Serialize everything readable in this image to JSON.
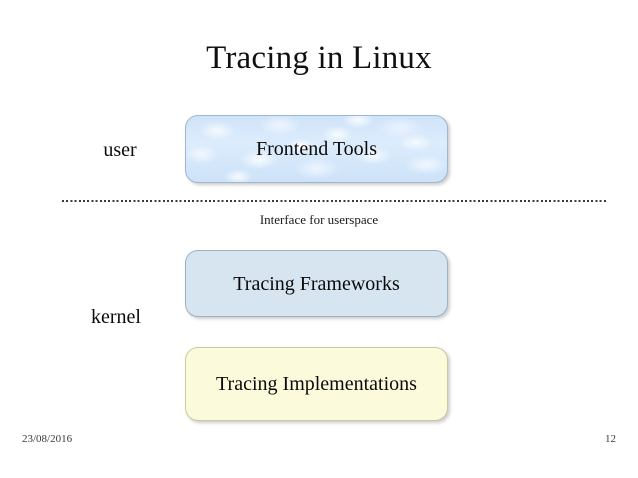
{
  "slide": {
    "title": "Tracing in Linux",
    "page_number": "12",
    "date": "23/08/2016",
    "background_color": "#ffffff"
  },
  "diagram": {
    "type": "layered-stack",
    "side_labels": [
      {
        "id": "user",
        "text": "user"
      },
      {
        "id": "kernel",
        "text": "kernel"
      }
    ],
    "boxes": [
      {
        "id": "frontend-tools",
        "text": "Frontend Tools",
        "layer": "user",
        "fill": "#d2e6fa",
        "fill_style": "cloud-texture",
        "border_color": "#9fb8cd"
      },
      {
        "id": "tracing-frameworks",
        "text": "Tracing Frameworks",
        "layer": "kernel",
        "fill": "#d6e5f0",
        "fill_style": "solid",
        "border_color": "#9bb3c6"
      },
      {
        "id": "tracing-implementations",
        "text": "Tracing Implementations",
        "layer": "kernel",
        "fill": "#fbfbdc",
        "fill_style": "solid",
        "border_color": "#c9c9a2"
      }
    ],
    "divider": {
      "style": "dotted",
      "color": "#3b3b3b",
      "label": "Interface for userspace"
    }
  }
}
